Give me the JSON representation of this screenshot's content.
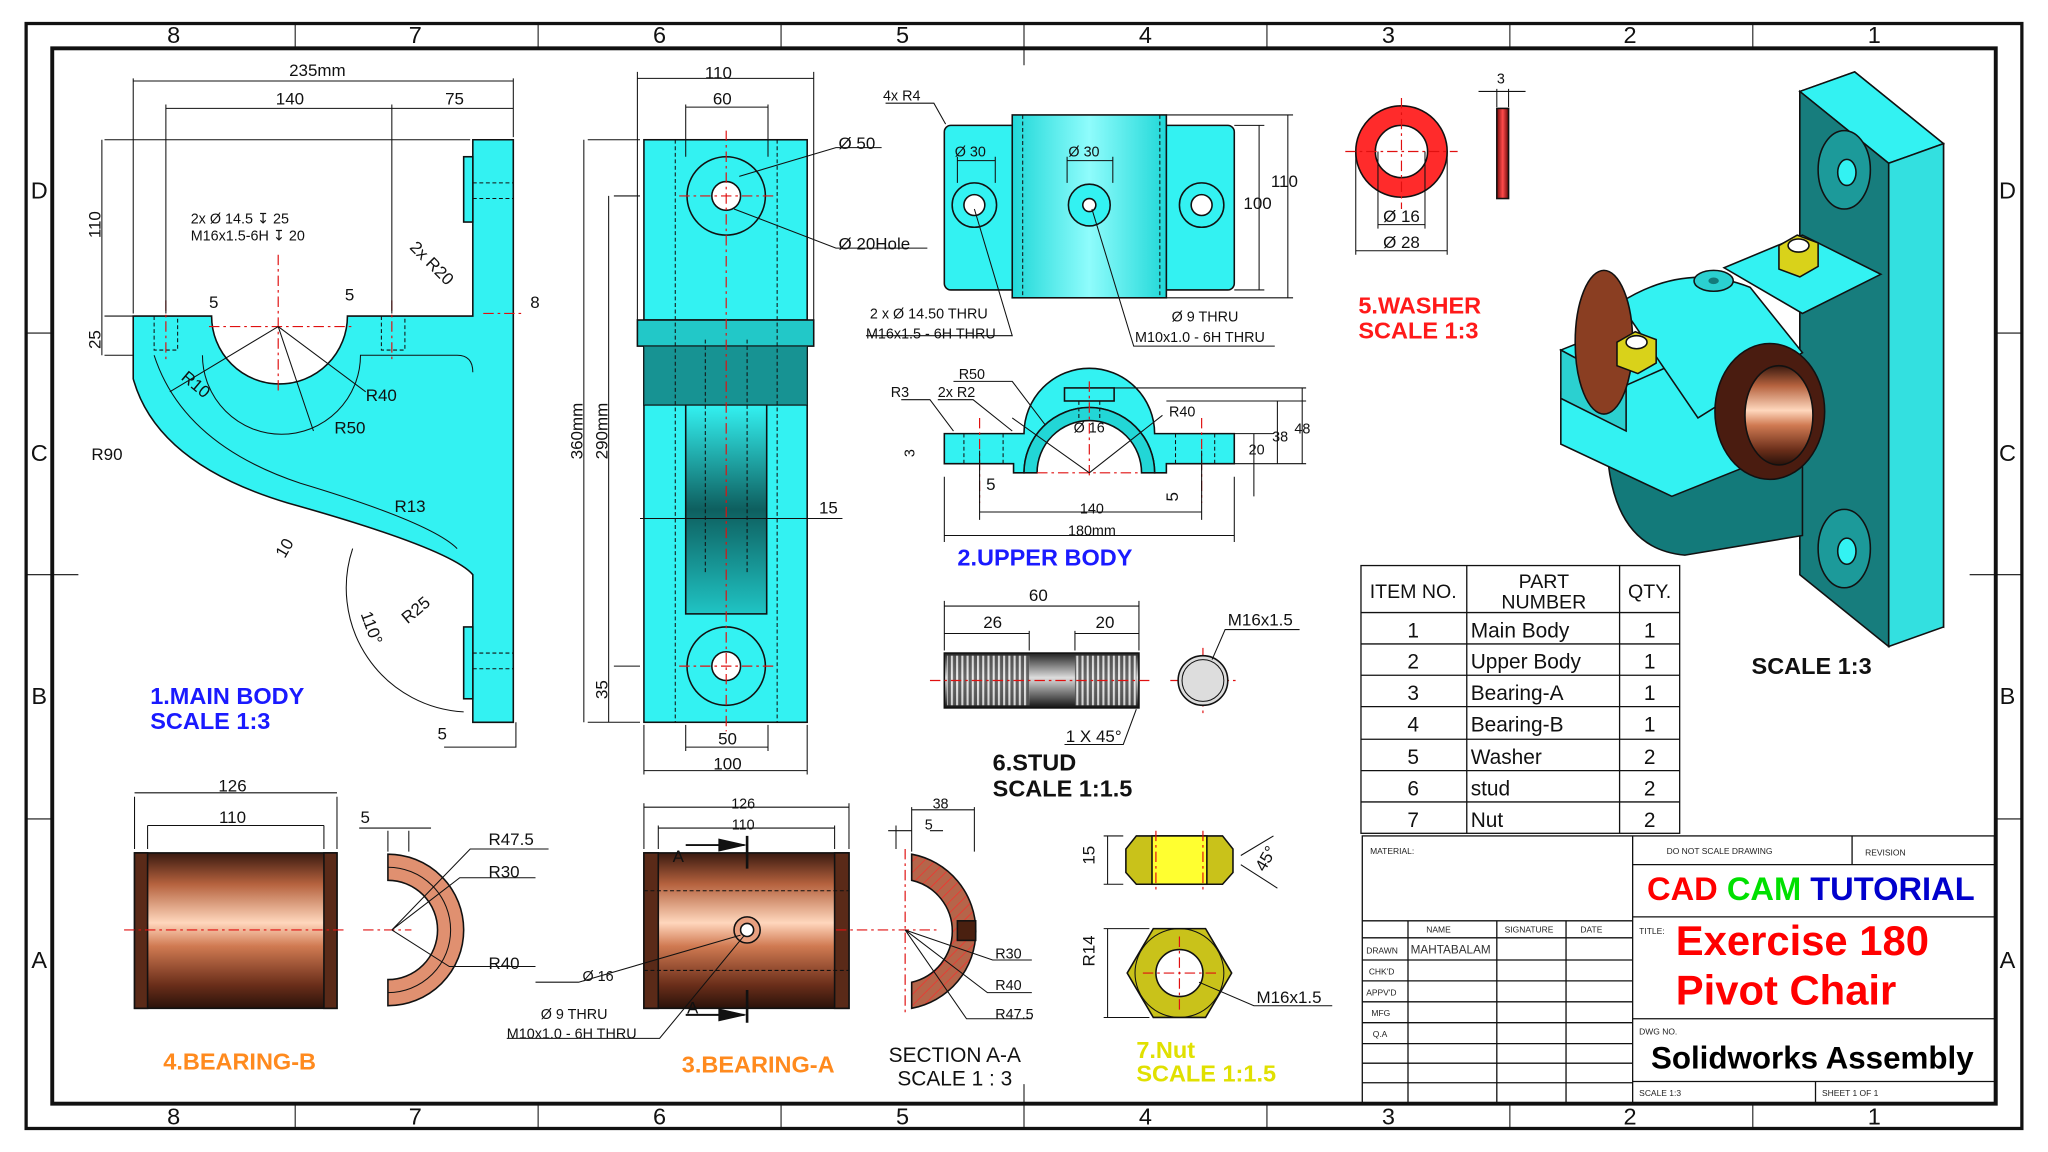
{
  "frame": {
    "zone_cols": [
      "8",
      "7",
      "6",
      "5",
      "4",
      "3",
      "2",
      "1"
    ],
    "zone_rows": [
      "D",
      "C",
      "B",
      "A"
    ]
  },
  "main_body": {
    "title": "1.MAIN BODY",
    "scale": "SCALE 1:3",
    "dims": [
      "235mm",
      "140",
      "75",
      "110",
      "25",
      "2x Ø 14.5 ↧ 25",
      "M16x1.5-6H ↧ 20",
      "5",
      "5",
      "2x R20",
      "8",
      "R10",
      "R40",
      "R50",
      "R90",
      "R13",
      "10",
      "110°",
      "R25",
      "5"
    ]
  },
  "front_view": {
    "dims": [
      "110",
      "60",
      "Ø 50",
      "Ø 20Hole",
      "360mm",
      "290mm",
      "35",
      "15",
      "50",
      "100"
    ]
  },
  "upper_body": {
    "title": "2.UPPER BODY",
    "dims": [
      "4x R4",
      "Ø 30",
      "Ø 30",
      "100",
      "110",
      "2 x Ø 14.50 THRU",
      "M16x1.5 - 6H THRU",
      "Ø 9 THRU",
      "M10x1.0 - 6H THRU",
      "R50",
      "R3",
      "2x R2",
      "Ø 16",
      "R40",
      "3",
      "20",
      "38",
      "48",
      "5",
      "5",
      "140",
      "180mm"
    ]
  },
  "washer": {
    "title": "5.WASHER",
    "scale": "SCALE 1:3",
    "dims": [
      "3",
      "Ø 16",
      "Ø 28"
    ]
  },
  "assembly": {
    "scale": "SCALE 1:3"
  },
  "stud": {
    "title": "6.STUD",
    "scale": "SCALE 1:1.5",
    "dims": [
      "60",
      "26",
      "20",
      "1 X 45°",
      "M16x1.5"
    ]
  },
  "nut": {
    "title": "7.Nut",
    "scale": "SCALE 1:1.5",
    "dims": [
      "15",
      "45°",
      "R14",
      "M16x1.5"
    ]
  },
  "bearing_b": {
    "title": "4.BEARING-B",
    "dims": [
      "126",
      "110",
      "5",
      "R47.5",
      "R30",
      "R40"
    ]
  },
  "bearing_a": {
    "title": "3.BEARING-A",
    "section_title": "SECTION A-A",
    "section_scale": "SCALE 1 : 3",
    "dims": [
      "126",
      "110",
      "A",
      "A",
      "Ø 16",
      "Ø 9 THRU",
      "M10x1.0 - 6H THRU",
      "38",
      "5",
      "R30",
      "R40",
      "R47.5"
    ]
  },
  "bom": {
    "headers": [
      "ITEM NO.",
      "PART",
      "NUMBER",
      "QTY."
    ],
    "rows": [
      {
        "item": "1",
        "part": "Main Body",
        "qty": "1"
      },
      {
        "item": "2",
        "part": "Upper Body",
        "qty": "1"
      },
      {
        "item": "3",
        "part": "Bearing-A",
        "qty": "1"
      },
      {
        "item": "4",
        "part": "Bearing-B",
        "qty": "1"
      },
      {
        "item": "5",
        "part": "Washer",
        "qty": "2"
      },
      {
        "item": "6",
        "part": "stud",
        "qty": "2"
      },
      {
        "item": "7",
        "part": "Nut",
        "qty": "2"
      }
    ]
  },
  "title_block": {
    "material_label": "MATERIAL:",
    "do_not_scale": "DO NOT SCALE DRAWING",
    "revision_label": "REVISION",
    "brand": {
      "cad": "CAD",
      "cam": "CAM",
      "tutorial": "TUTORIAL"
    },
    "brand_colors": {
      "cad": "#ff0000",
      "cam": "#00e000",
      "tutorial": "#0000cc"
    },
    "col_headers": [
      "NAME",
      "SIGNATURE",
      "DATE"
    ],
    "row_labels": [
      "DRAWN",
      "CHK'D",
      "APPV'D",
      "MFG",
      "Q.A"
    ],
    "drawn_name": "MAHTABALAM",
    "title_label": "TITLE:",
    "title_line1": "Exercise 180",
    "title_line2": "Pivot Chair",
    "dwg_no_label": "DWG NO.",
    "dwg_no": "Solidworks Assembly",
    "scale": "SCALE 1:3",
    "sheet": "SHEET 1 OF 1"
  },
  "colors": {
    "cyan": "#33f2f2",
    "teal_dark": "#137a7a",
    "copper": "#c8754f",
    "washer_red": "#ff2b2b",
    "nut_yellow": "#e8e820",
    "label_blue": "#1a1aff",
    "label_orange": "#ff8a1e",
    "label_red": "#ff1a1a"
  }
}
